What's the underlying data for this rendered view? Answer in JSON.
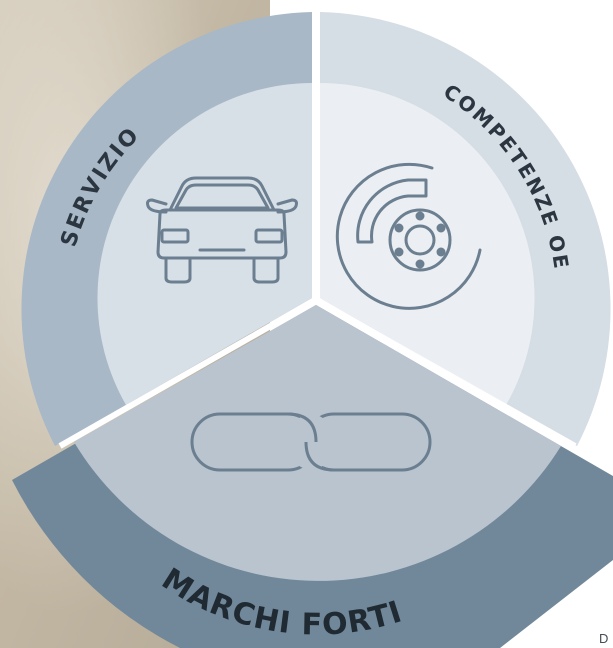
{
  "diagram": {
    "segments": [
      {
        "id": "servizio",
        "label": "SERVIZIO",
        "icon": "car-icon"
      },
      {
        "id": "competenze-oe",
        "label": "COMPETENZE OE",
        "icon": "brake-disc-icon"
      },
      {
        "id": "marchi-forti",
        "label": "MARCHI FORTI",
        "icon": "chain-link-icon"
      }
    ]
  },
  "page": {
    "corner_text": "D"
  },
  "colors": {
    "servizio_ring": "#a8b8c7",
    "servizio_inner": "#d7dfe7",
    "competenze_ring": "#d5dde5",
    "competenze_inner": "#ebeff3",
    "marchi_ring": "#71889a",
    "marchi_inner": "#b9c4ce",
    "icon_stroke": "#6c7f90",
    "label_text": "#2b3640",
    "background_left": "#c9bda9",
    "background_right": "#ffffff"
  }
}
